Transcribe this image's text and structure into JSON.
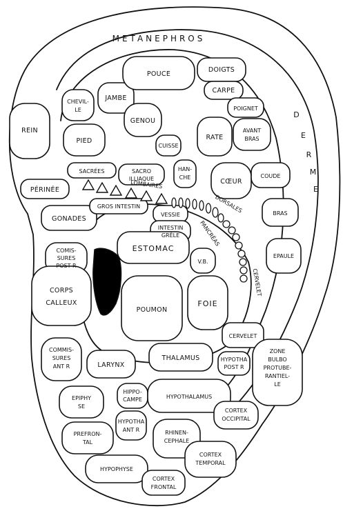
{
  "labels": {
    "metanephros": "METANEPHROS",
    "derme": "DERME",
    "rein": "REIN",
    "cheville": [
      "CHEVIL-",
      "LE"
    ],
    "jambe": "JAMBE",
    "pouce": "POUCE",
    "doigts": "DOIGTS",
    "carpe": "CARPE",
    "poignet": "POIGNET",
    "pied": "PIED",
    "genou": "GENOU",
    "cuisse": "CUISSE",
    "rate": "RATE",
    "avant_bras": [
      "AVANT",
      "BRAS"
    ],
    "sacrees": "SACRÉES",
    "sacro_iliaque": [
      "SACRO",
      "ILLIAQUE"
    ],
    "hanche": [
      "HAN-",
      "CHE"
    ],
    "coeur": "CŒUR",
    "coude": "COUDE",
    "perinee": "PÉRINÉE",
    "lombaires": "LOMBAIRES",
    "dorsales": "DORSALES",
    "bras": "BRAS",
    "gonades": "GONADES",
    "gros_intestin": "GROS INTESTIN",
    "vessie": "VESSIE",
    "intestin_grele": [
      "INTESTIN",
      "GRÊLE"
    ],
    "pancreas": "PANCRÉAS",
    "epaule": "EPAULE",
    "commissures_post": [
      "COMIS-",
      "SURES",
      "POST R"
    ],
    "estomac": "ESTOMAC",
    "vb": "V.B.",
    "cervelet_vertical": "CERVELET",
    "corps_calleux": [
      "CORPS",
      "CALLEUX"
    ],
    "poumon": "POUMON",
    "foie": "FOIE",
    "cervelet": "CERVELET",
    "commissures_ant": [
      "COMMIS-",
      "SURES",
      "ANT R"
    ],
    "larynx": "LARYNX",
    "thalamus": "THALAMUS",
    "hypothalamus_post": [
      "HYPOTHA",
      "POST R"
    ],
    "zone_bulbo": [
      "ZONE",
      "BULBO",
      "PROTUBE-",
      "RANTIEL-",
      "LE"
    ],
    "epiphyse": [
      "EPIPHY",
      "SE"
    ],
    "hippocampe": [
      "HIPPO-",
      "CAMPE"
    ],
    "hypothalamus": "HYPOTHALAMUS",
    "cortex_occipital": [
      "CORTEX",
      "OCCIPITAL"
    ],
    "prefrontal": [
      "PREFRON-",
      "TAL"
    ],
    "hypothalamus_ant": [
      "HYPOTHA",
      "ANT R"
    ],
    "rhinencephale": [
      "RHINEN-",
      "CEPHALE"
    ],
    "cortex_temporal": [
      "CORTEX",
      "TEMPORAL"
    ],
    "hypophyse": "HYPOPHYSE",
    "cortex_frontal": [
      "CORTEX",
      "FRONTAL"
    ]
  }
}
